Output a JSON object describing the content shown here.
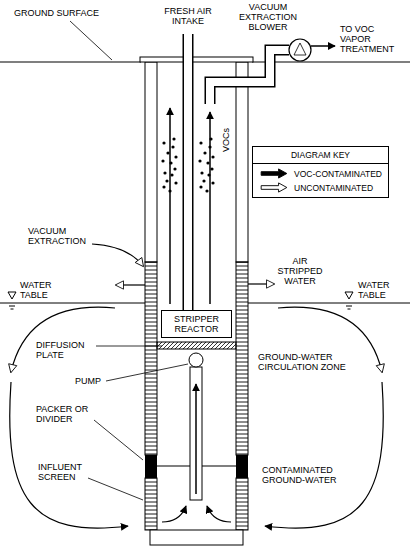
{
  "diagram": {
    "nodes": [
      {
        "text": [
          "STRIPPER REACTOR"
        ]
      }
    ],
    "labels": [
      "GROUND SURFACE",
      "FRESH AIR INTAKE",
      "VACUUM EXTRACTION BLOWER",
      "TO VOC VAPOR TREATMENT",
      "VOCs",
      "DIAGRAM KEY",
      "VACUUM EXTRACTION",
      "AIR STRIPPED WATER",
      "WATER TABLE",
      "WATER TABLE",
      "DIFFUSION PLATE",
      "PUMP",
      "GROUND-WATER CIRCULATION ZONE",
      "PACKER OR DIVIDER",
      "INFLUENT SCREEN",
      "CONTAMINATED GROUND-WATER"
    ],
    "legend": [
      {
        "text": "VOC-CONTAMINATED"
      },
      {
        "text": "UNCONTAMINATED"
      }
    ]
  }
}
